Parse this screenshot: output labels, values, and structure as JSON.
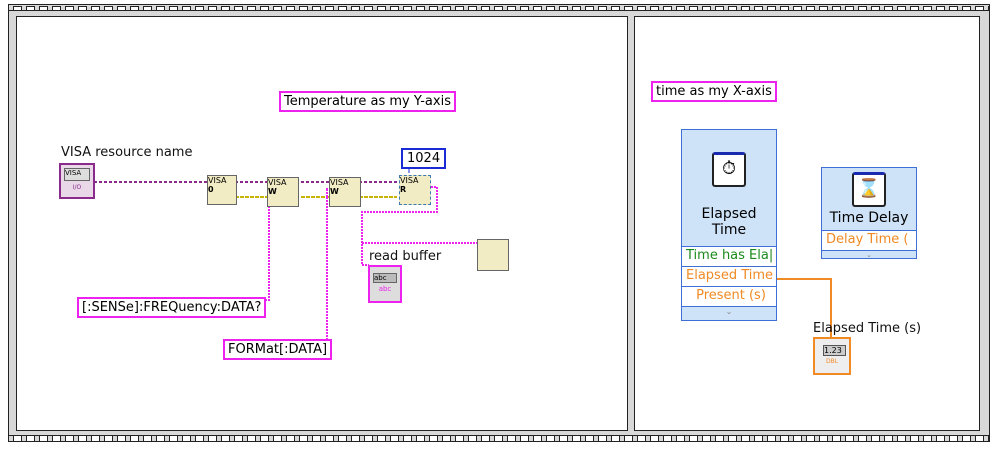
{
  "left_pane": {
    "comment_y": "Temperature as my Y-axis",
    "visa_label": "VISA resource name",
    "visa_control": {
      "text": "VISA",
      "badge": "I/O"
    },
    "const_1024": "1024",
    "cmd_query": "[:SENSe]:FREQuency:DATA?",
    "cmd_format": "FORMat[:DATA]",
    "read_buffer_label": "read buffer",
    "read_buffer_indicator": {
      "text": "abc",
      "badge": "abc"
    },
    "nodes": [
      {
        "name": "visa-open",
        "text": "VISA",
        "sub": "0"
      },
      {
        "name": "visa-write-1",
        "text": "VISA",
        "sub": "W"
      },
      {
        "name": "visa-write-2",
        "text": "VISA",
        "sub": "W"
      },
      {
        "name": "visa-read",
        "text": "VISA",
        "sub": "R"
      }
    ]
  },
  "right_pane": {
    "comment_x": "time as my X-axis",
    "elapsed_time": {
      "title_line1": "Elapsed",
      "title_line2": "Time",
      "outputs": [
        "Time has Ela|",
        "Elapsed Time",
        "Present (s)"
      ],
      "output_colors": [
        "#1a8a1a",
        "#f08a24",
        "#f08a24"
      ]
    },
    "time_delay": {
      "title": "Time Delay",
      "input": "Delay Time ("
    },
    "indicator_label": "Elapsed Time (s)",
    "indicator": {
      "text": "1.23",
      "badge": "DBL"
    }
  },
  "colors": {
    "string_wire": "#ee22ee",
    "visa_wire": "#8a2a8a",
    "error_wire": "#c8b400",
    "dbl_wire": "#f08a24",
    "numeric_const": "#1a2bd6"
  }
}
